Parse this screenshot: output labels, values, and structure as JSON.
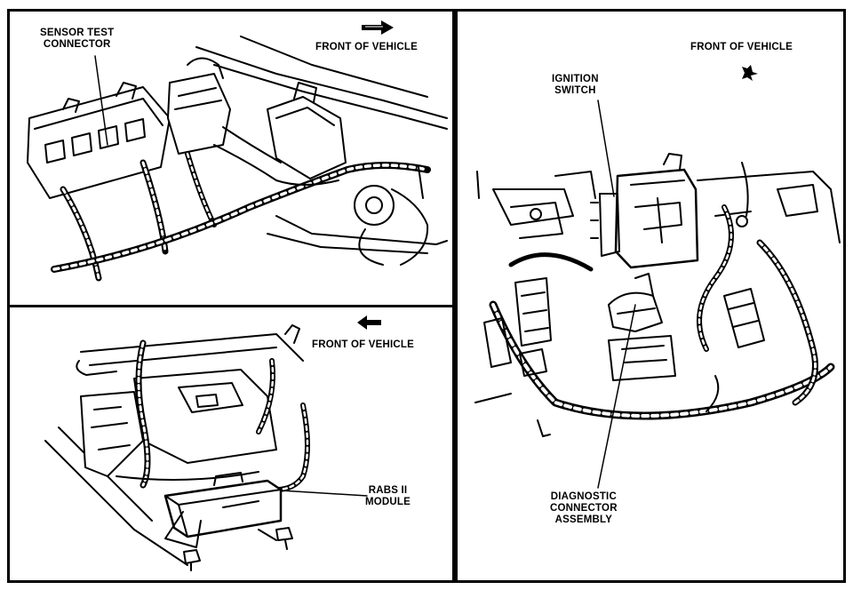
{
  "panels": {
    "top_left": {
      "label_sensor": [
        "SENSOR TEST",
        "CONNECTOR"
      ],
      "front_label": "FRONT OF VEHICLE",
      "front_arrow_icon": "arrow-right-icon"
    },
    "bottom_left": {
      "front_label": "FRONT OF VEHICLE",
      "front_arrow_icon": "arrow-left-icon",
      "label_module": [
        "RABS II",
        "MODULE"
      ]
    },
    "right": {
      "front_label": "FRONT OF VEHICLE",
      "front_arrow_icon": "arrow-down-right-icon",
      "label_ignition": [
        "IGNITION",
        "SWITCH"
      ],
      "label_diagnostic": [
        "DIAGNOSTIC",
        "CONNECTOR",
        "ASSEMBLY"
      ]
    }
  },
  "colors": {
    "ink": "#000000",
    "paper": "#ffffff"
  }
}
